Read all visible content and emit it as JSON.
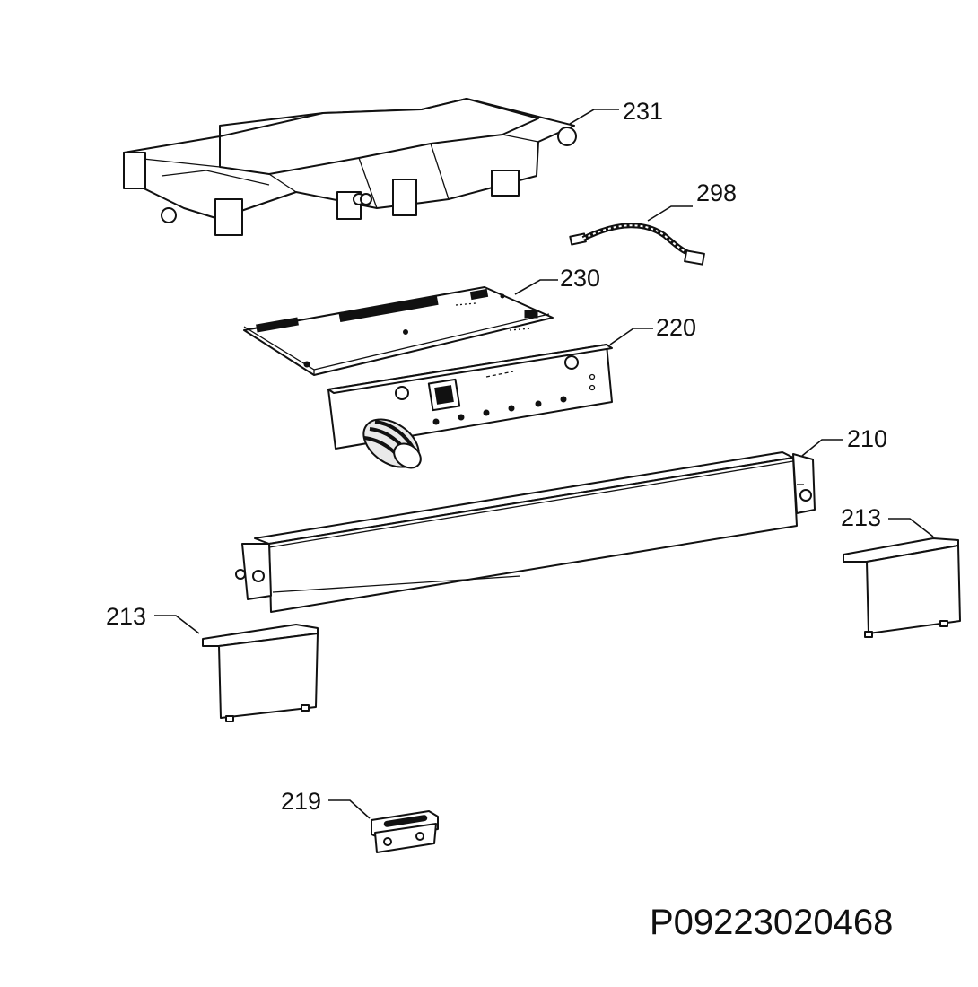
{
  "diagram": {
    "parts": [
      {
        "id": "231",
        "label": "231"
      },
      {
        "id": "298",
        "label": "298"
      },
      {
        "id": "230",
        "label": "230"
      },
      {
        "id": "220",
        "label": "220"
      },
      {
        "id": "210",
        "label": "210"
      },
      {
        "id": "213a",
        "label": "213"
      },
      {
        "id": "213b",
        "label": "213"
      },
      {
        "id": "219",
        "label": "219"
      }
    ],
    "document_code": "P09223020468"
  }
}
